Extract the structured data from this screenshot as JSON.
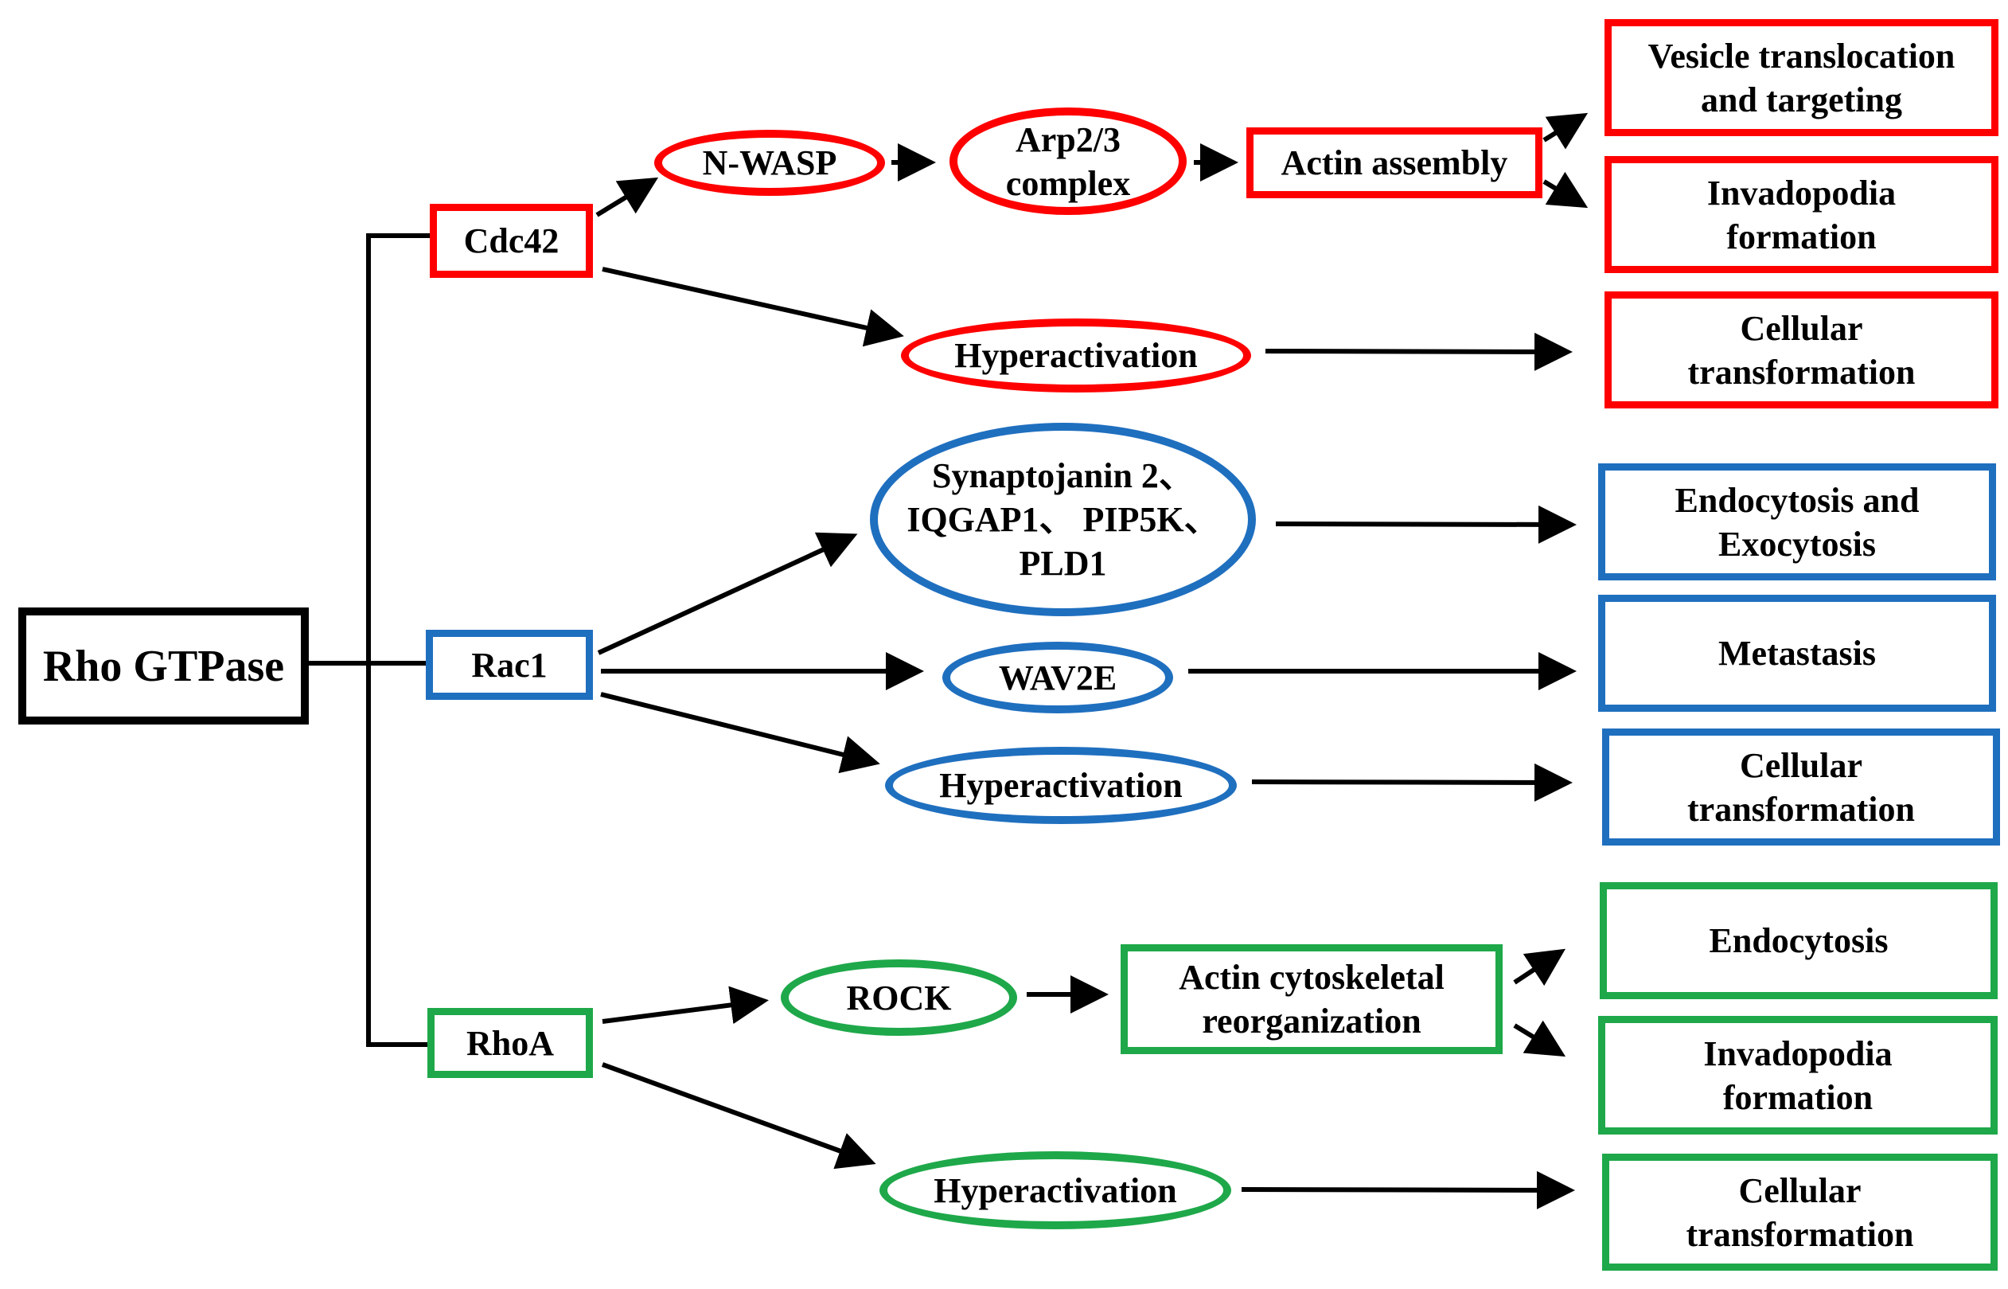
{
  "root": "Rho GTPase",
  "cdc42": {
    "label": "Cdc42",
    "nwasp": "N-WASP",
    "arp_line1": "Arp2/3",
    "arp_line2": "complex",
    "actin": "Actin assembly",
    "vesicle_line1": "Vesicle translocation",
    "vesicle_line2": "and targeting",
    "invado_line1": "Invadopodia",
    "invado_line2": "formation",
    "hyper": "Hyperactivation",
    "cell_line1": "Cellular",
    "cell_line2": "transformation"
  },
  "rac1": {
    "label": "Rac1",
    "synap_line1": "Synaptojanin 2、",
    "synap_line2": "IQGAP1、 PIP5K、",
    "synap_line3": "PLD1",
    "endoexo_line1": "Endocytosis and",
    "endoexo_line2": "Exocytosis",
    "wave": "WAV2E",
    "metastasis": "Metastasis",
    "hyper": "Hyperactivation",
    "cell_line1": "Cellular",
    "cell_line2": "transformation"
  },
  "rhoa": {
    "label": "RhoA",
    "rock": "ROCK",
    "cyto_line1": "Actin cytoskeletal",
    "cyto_line2": "reorganization",
    "endo": "Endocytosis",
    "invado_line1": "Invadopodia",
    "invado_line2": "formation",
    "hyper": "Hyperactivation",
    "cell_line1": "Cellular",
    "cell_line2": "transformation"
  },
  "colors": {
    "cdc42": "#ff0000",
    "rac1": "#1f6fbf",
    "rhoa": "#1ea84a",
    "root": "#000000"
  }
}
